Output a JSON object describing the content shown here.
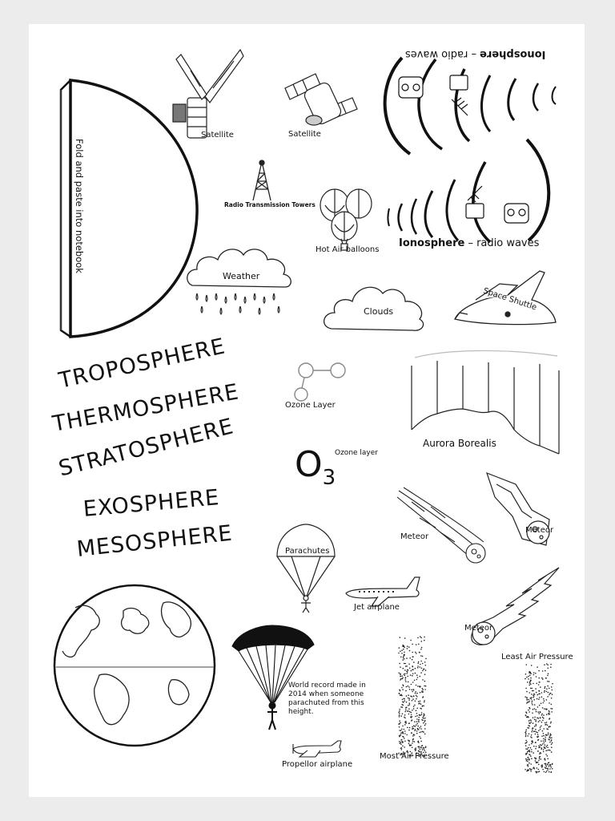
{
  "fold_note": "Fold and paste into notebook",
  "labels": {
    "satellite_1": "Satellite",
    "satellite_2": "Satellite",
    "ionosphere_top_bold": "Ionosphere",
    "ionosphere_top_rest": " – radio waves",
    "radio_towers": "Radio Transmission Towers",
    "hot_air_balloons": "Hot Air balloons",
    "ionosphere_bottom_bold": "Ionosphere",
    "ionosphere_bottom_rest": " – radio waves",
    "weather": "Weather",
    "clouds": "Clouds",
    "space_shuttle": "Space Shuttle",
    "ozone_layer": "Ozone Layer",
    "aurora_borealis": "Aurora Borealis",
    "o3": "O",
    "o3_sub": "3",
    "o3_note": "Ozone layer",
    "meteor_1": "Meteor",
    "meteor_2": "Meteor",
    "meteor_3": "Meteor",
    "parachutes": "Parachutes",
    "jet_airplane": "Jet airplane",
    "least_air_pressure": "Least Air Pressure",
    "world_record": "World record made in 2014 when someone parachuted from this height.",
    "most_air_pressure": "Most Air Pressure",
    "propellor_airplane": "Propellor airplane"
  },
  "layers": [
    "TROPOSPHERE",
    "THERMOSPHERE",
    "STRATOSPHERE",
    "EXOSPHERE",
    "MESOSPHERE"
  ]
}
